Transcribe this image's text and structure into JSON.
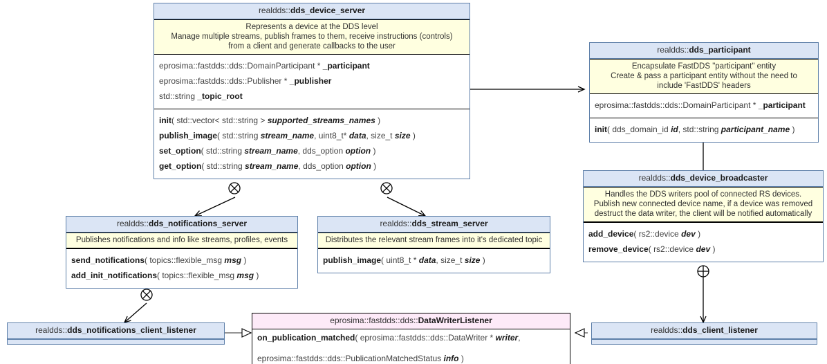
{
  "diagram": {
    "title": "realdds DDS class diagram",
    "colors": {
      "class_header": "#dbe5f5",
      "note_bg": "#ffffe0",
      "listener_header": "#fdeaf8",
      "border": "#5c7ea8",
      "edge": "#000000"
    }
  },
  "classes": {
    "dds_device_server": {
      "ns": "realdds::",
      "name": "dds_device_server",
      "note": [
        "Represents a device at the DDS level",
        "Manage multiple streams, publish frames to them, receive instructions (controls)",
        "from a client and generate callbacks to the user"
      ],
      "attributes": [
        {
          "type": "eprosima::fastdds::dds::DomainParticipant * ",
          "name": "_participant"
        },
        {
          "type": "eprosima::fastdds::dds::Publisher * ",
          "name": "_publisher"
        },
        {
          "type": "std::string ",
          "name": "_topic_root"
        }
      ],
      "methods": [
        {
          "name": "init",
          "sig": "( std::vector< std::string > ",
          "param": "supported_streams_names",
          "tail": " )"
        },
        {
          "name": "publish_image",
          "sig": "( std::string ",
          "param": "stream_name",
          "mid": ", uint8_t* ",
          "param2": "data",
          "mid2": ", size_t ",
          "param3": "size",
          "tail": " )"
        },
        {
          "name": "set_option",
          "sig": "( std::string  ",
          "param": "stream_name",
          "mid": ", dds_option ",
          "param2": "option",
          "tail": " )"
        },
        {
          "name": "get_option",
          "sig": "( std::string  ",
          "param": "stream_name",
          "mid": ", dds_option ",
          "param2": "option",
          "tail": " )"
        }
      ]
    },
    "dds_participant": {
      "ns": "realdds::",
      "name": "dds_participant",
      "note": [
        "Encapsulate FastDDS \"participant\" entity",
        "Create & pass a participant entity without the need to",
        "include 'FastDDS' headers"
      ],
      "attributes": [
        {
          "type": "eprosima::fastdds::dds::DomainParticipant * ",
          "name": "_participant"
        }
      ],
      "methods": [
        {
          "name": "init",
          "sig": "( dds_domain_id ",
          "param": "id",
          "mid": ", std::string ",
          "param2": "participant_name",
          "tail": " )"
        }
      ]
    },
    "dds_device_broadcaster": {
      "ns": "realdds::",
      "name": "dds_device_broadcaster",
      "note": [
        "Handles the DDS writers pool of connected RS devices.",
        "Publish new connected device name, if a device was removed",
        "destruct the data writer, the client will be notified automatically"
      ],
      "methods": [
        {
          "name": "add_device",
          "sig": "( rs2::device ",
          "param": "dev",
          "tail": " )"
        },
        {
          "name": "remove_device",
          "sig": "( rs2::device ",
          "param": "dev",
          "tail": " )"
        }
      ]
    },
    "dds_notifications_server": {
      "ns": "realdds::",
      "name": "dds_notifications_server",
      "note": [
        "Publishes notifications and info like streams, profiles, events"
      ],
      "methods": [
        {
          "name": "send_notifications",
          "sig": "( topics::flexible_msg ",
          "param": "msg",
          "tail": " )"
        },
        {
          "name": "add_init_notifications",
          "sig": "( topics::flexible_msg ",
          "param": "msg",
          "tail": " )"
        }
      ]
    },
    "dds_stream_server": {
      "ns": "realdds::",
      "name": "dds_stream_server",
      "note": [
        "Distributes the relevant stream frames into it's dedicated topic"
      ],
      "methods": [
        {
          "name": "publish_image",
          "sig": "( uint8_t * ",
          "param": "data",
          "mid": ", size_t ",
          "param2": "size",
          "tail": " )"
        }
      ]
    },
    "dds_notifications_client_listener": {
      "ns": "realdds::",
      "name": "dds_notifications_client_listener"
    },
    "dds_client_listener": {
      "ns": "realdds::",
      "name": "dds_client_listener"
    },
    "data_writer_listener": {
      "ns": "eprosima::fastdds::dds::",
      "name": "DataWriterListener",
      "methods": [
        {
          "name": "on_publication_matched",
          "line1": "( eprosima::fastdds::dds::DataWriter * ",
          "param1": "writer",
          "line1_tail": ",",
          "line2": "eprosima::fastdds::dds::PublicationMatchedStatus ",
          "param2": "info",
          "line2_tail": " )"
        }
      ]
    }
  },
  "relations": [
    {
      "from": "dds_device_server",
      "to": "dds_participant",
      "kind": "association-open-arrow"
    },
    {
      "from": "dds_device_server",
      "to": "dds_notifications_server",
      "kind": "composition-crossed-circle"
    },
    {
      "from": "dds_device_server",
      "to": "dds_stream_server",
      "kind": "composition-crossed-circle"
    },
    {
      "from": "dds_notifications_server",
      "to": "dds_notifications_client_listener",
      "kind": "composition-crossed-circle"
    },
    {
      "from": "dds_device_broadcaster",
      "to": "dds_participant",
      "kind": "association-open-arrow"
    },
    {
      "from": "dds_device_broadcaster",
      "to": "dds_client_listener",
      "kind": "aggregation-plus-circle"
    },
    {
      "from": "dds_notifications_client_listener",
      "to": "data_writer_listener",
      "kind": "inheritance-hollow-triangle"
    },
    {
      "from": "dds_client_listener",
      "to": "data_writer_listener",
      "kind": "inheritance-hollow-triangle"
    }
  ]
}
